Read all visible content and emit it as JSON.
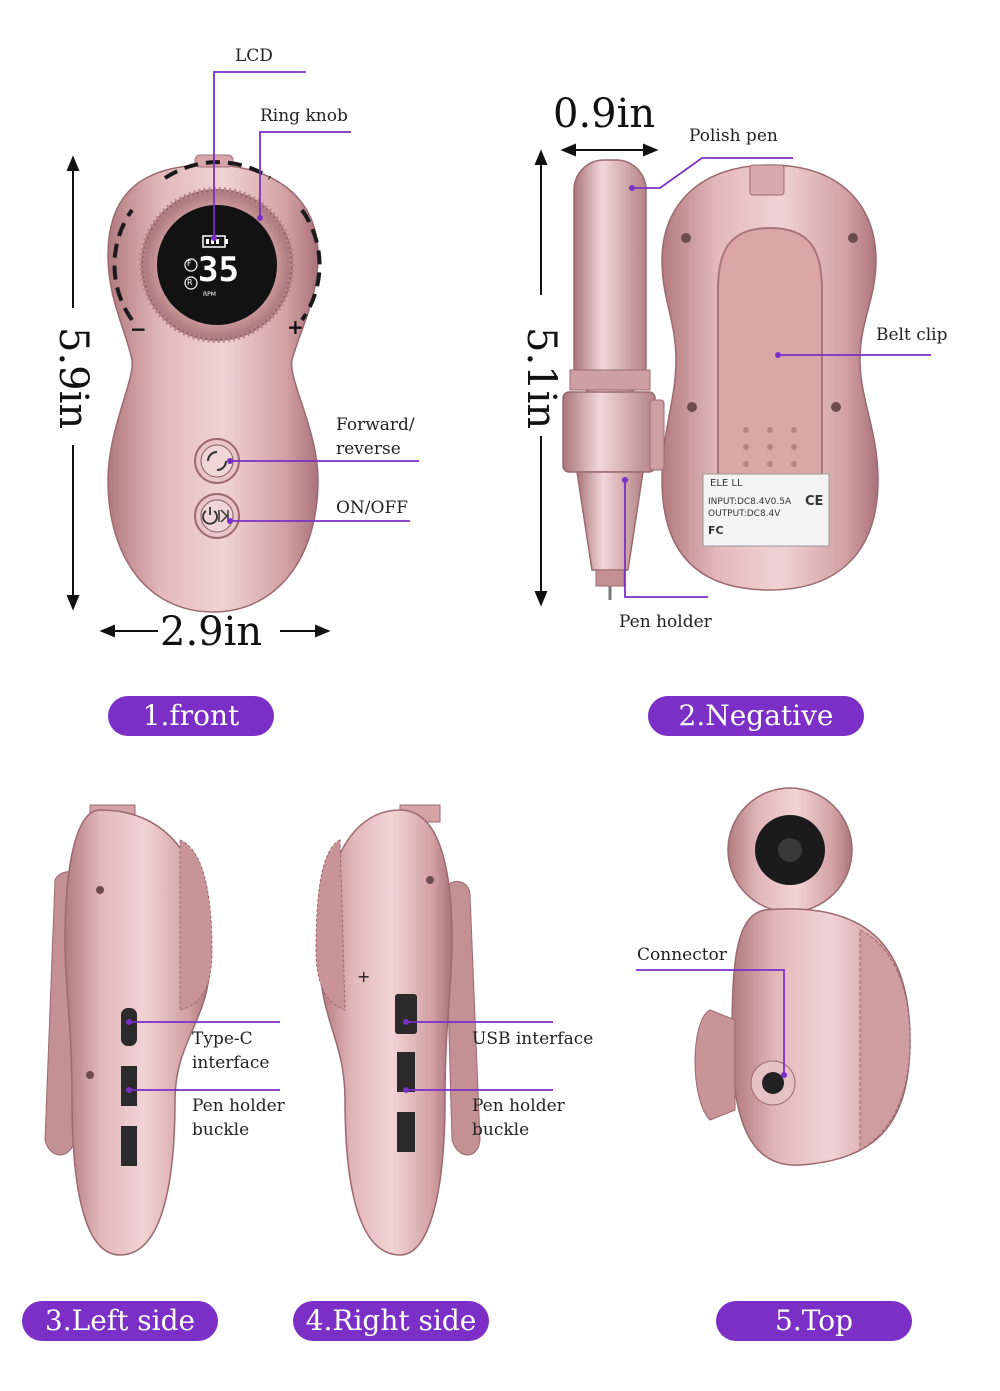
{
  "front": {
    "lcd_label": "LCD",
    "ring_knob_label": "Ring knob",
    "forward_reverse_label_1": "Forward/",
    "forward_reverse_label_2": "reverse",
    "onoff_label": "ON/OFF",
    "height_dim": "5.9in",
    "width_dim": "2.9in",
    "display_value": "35",
    "display_unit": "RPM",
    "mode_f": "F",
    "mode_r": "R",
    "minus": "−",
    "plus": "+",
    "caption": "1.front"
  },
  "negative": {
    "pen_width_dim": "0.9in",
    "height_dim": "5.1in",
    "polish_pen_label": "Polish pen",
    "belt_clip_label": "Belt clip",
    "pen_holder_label": "Pen holder",
    "spec_line_1": "ELE        LL",
    "spec_line_2": "INPUT:DC8.4V0.5A",
    "spec_line_3": "OUTPUT:DC8.4V",
    "spec_ce": "CE",
    "spec_fc": "FC",
    "caption": "2.Negative"
  },
  "left_side": {
    "typec_label_1": "Type-C",
    "typec_label_2": "interface",
    "buckle_label_1": "Pen holder",
    "buckle_label_2": "buckle",
    "caption": "3.Left side"
  },
  "right_side": {
    "usb_label": "USB interface",
    "buckle_label_1": "Pen holder",
    "buckle_label_2": "buckle",
    "plus": "+",
    "caption": "4.Right side"
  },
  "top": {
    "connector_label": "Connector",
    "caption": "5.Top"
  },
  "colors": {
    "accent": "#7b2fc7",
    "body_pink": "#d9a9ac",
    "body_dark": "#b98386"
  }
}
